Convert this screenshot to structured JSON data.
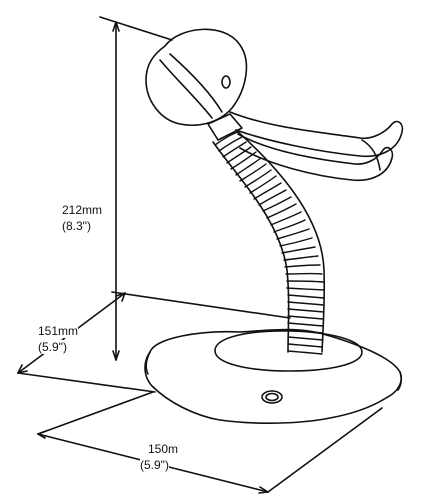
{
  "dimensions": {
    "height": {
      "metric": "212mm",
      "imperial": "(8.3\")"
    },
    "depth": {
      "metric": "151mm",
      "imperial": "(5.9\")"
    },
    "width": {
      "metric": "150m",
      "imperial": "(5.9\")"
    }
  },
  "colors": {
    "line": "#111111",
    "background": "#ffffff"
  }
}
